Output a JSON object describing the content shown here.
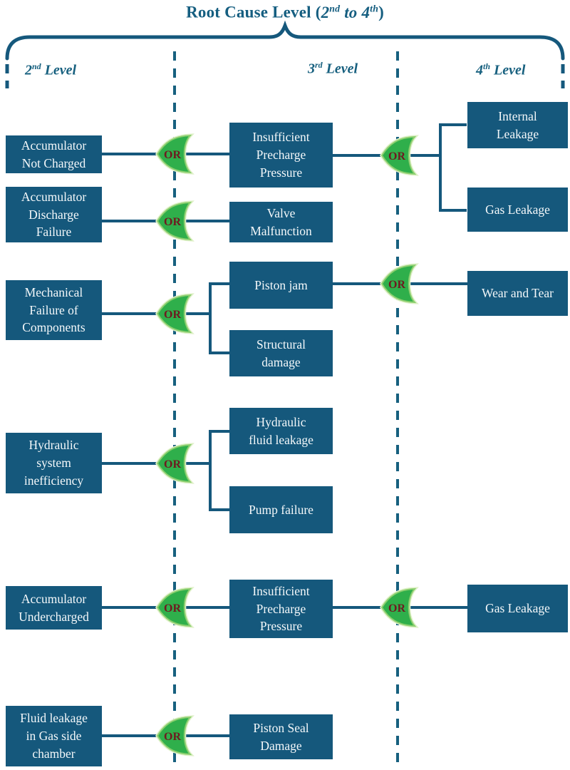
{
  "title": {
    "p1": "Root Cause Level (",
    "n1": "2",
    "s1": "nd",
    "mid": " to ",
    "n2": "4",
    "s2": "th",
    "p2": ")"
  },
  "levels": [
    {
      "num": "2",
      "sup": "nd",
      "word": " Level"
    },
    {
      "num": "3",
      "sup": "rd",
      "word": " Level"
    },
    {
      "num": "4",
      "sup": "th",
      "word": " Level"
    }
  ],
  "labels": {
    "or": "OR"
  },
  "colors": {
    "box_fill": "#15587C",
    "line": "#15587C",
    "heading_text": "#155E80",
    "gate_green": "#2FAF4B",
    "gate_edge": "#8CCF6F",
    "gate_halo": "#DFF0C8",
    "or_text": "#6E1A20",
    "box_text": "#F4F8FA"
  },
  "boxes": [
    {
      "level": "2nd",
      "label": "Accumulator\nNot Charged"
    },
    {
      "level": "2nd",
      "label": "Accumulator\nDischarge\nFailure"
    },
    {
      "level": "2nd",
      "label": "Mechanical\nFailure of\nComponents"
    },
    {
      "level": "2nd",
      "label": "Hydraulic\nsystem\ninefficiency"
    },
    {
      "level": "2nd",
      "label": "Accumulator\nUndercharged"
    },
    {
      "level": "2nd",
      "label": "Fluid leakage\nin Gas side\nchamber"
    },
    {
      "level": "3rd",
      "label": "Insufficient\nPrecharge\nPressure"
    },
    {
      "level": "3rd",
      "label": "Valve\nMalfunction"
    },
    {
      "level": "3rd",
      "label": "Piston jam"
    },
    {
      "level": "3rd",
      "label": "Structural\ndamage"
    },
    {
      "level": "3rd",
      "label": "Hydraulic\nfluid leakage"
    },
    {
      "level": "3rd",
      "label": "Pump failure"
    },
    {
      "level": "3rd",
      "label": "Insufficient\nPrecharge\nPressure"
    },
    {
      "level": "3rd",
      "label": "Piston Seal\nDamage"
    },
    {
      "level": "4th",
      "label": "Internal\nLeakage"
    },
    {
      "level": "4th",
      "label": "Gas Leakage"
    },
    {
      "level": "4th",
      "label": "Wear and Tear"
    },
    {
      "level": "4th",
      "label": "Gas Leakage"
    }
  ]
}
